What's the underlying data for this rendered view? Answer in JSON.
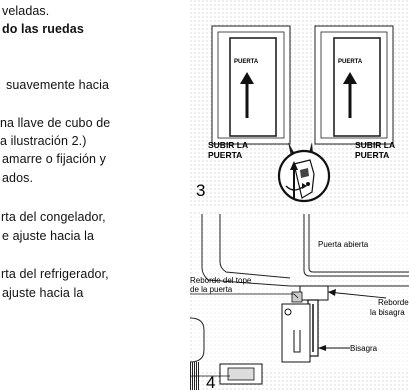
{
  "text_lines": [
    "veladas.",
    "do las ruedas",
    "suavemente hacia",
    "na llave de cubo de",
    "a ilustración 2.)",
    "amarre o fijación y",
    "ados.",
    "rta del congelador,",
    "e ajuste hacia la",
    "rta del refrigerador,",
    "ajuste hacia la"
  ],
  "figure3": {
    "number": "3",
    "door_label": "PUERTA",
    "lift_label_line1": "SUBIR LA",
    "lift_label_line2": "PUERTA"
  },
  "figure4": {
    "number": "4",
    "open_door": "Puerta abierta",
    "top_flange_line1": "Reborde del tope",
    "top_flange_line2": "de la puerta",
    "hinge_flange_line1": "Reborde",
    "hinge_flange_line2": "la bisagra",
    "hinge": "Bisagra"
  }
}
